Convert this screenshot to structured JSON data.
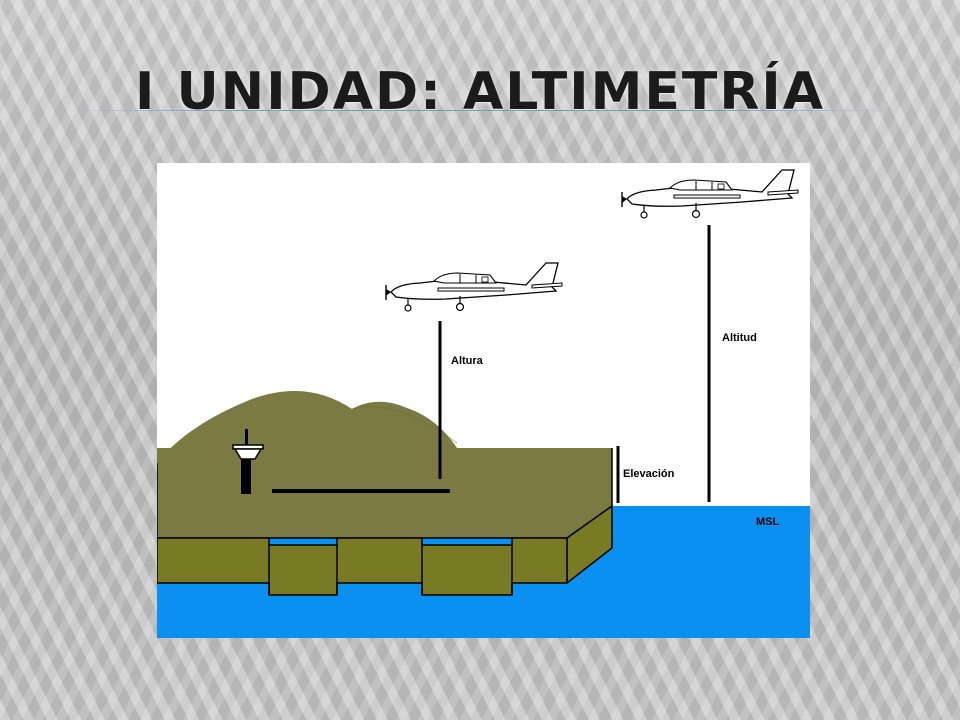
{
  "slide": {
    "title": "I UNIDAD: ALTIMETRÍA"
  },
  "diagram": {
    "labels": {
      "altura": "Altura",
      "altitud": "Altitud",
      "elevacion": "Elevación",
      "msl": "MSL"
    },
    "icons": {
      "low_plane": "small-airplane-icon",
      "high_plane": "small-airplane-icon",
      "tower": "control-tower-icon"
    },
    "colors": {
      "terrain": "#7b7a42",
      "terrain_side": "#787a24",
      "sea": "#0a90f0",
      "sky": "#ffffff",
      "lines": "#000000"
    }
  }
}
